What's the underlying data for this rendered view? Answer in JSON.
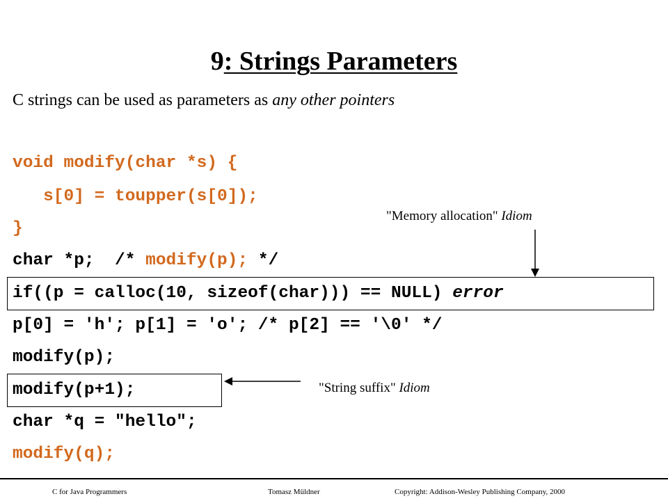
{
  "slide": {
    "title_number": "9",
    "title_text": ": Strings Parameters",
    "subtitle_plain": "C strings can be used as parameters as ",
    "subtitle_italic": "any other pointers"
  },
  "code": {
    "line1": "void modify(char *s) {",
    "line2": "   s[0] = toupper(s[0]);",
    "line3": "}",
    "line4_a": "char *p;  /* ",
    "line4_b": "modify(p);",
    "line4_c": " */",
    "line5_a": "if((p = calloc(10, sizeof(char))) == NULL) ",
    "line5_b": "error",
    "line6": "p[0] = 'h'; p[1] = 'o'; /* p[2] == '\\0' */",
    "line7": "modify(p);",
    "line8": "modify(p+1);",
    "line9": "char *q = \"hello\";",
    "line10": "modify(q);"
  },
  "annotations": {
    "memory_quote": "\"Memory allocation\" ",
    "memory_idiom": "Idiom",
    "suffix_quote": "\"String suffix\" ",
    "suffix_idiom": "Idiom"
  },
  "footer": {
    "left": "C for Java Programmers",
    "center": "Tomasz Müldner",
    "right": "Copyright: Addison-Wesley Publishing Company, 2000"
  },
  "colors": {
    "code_accent": "#d2691e",
    "text": "#000000"
  }
}
